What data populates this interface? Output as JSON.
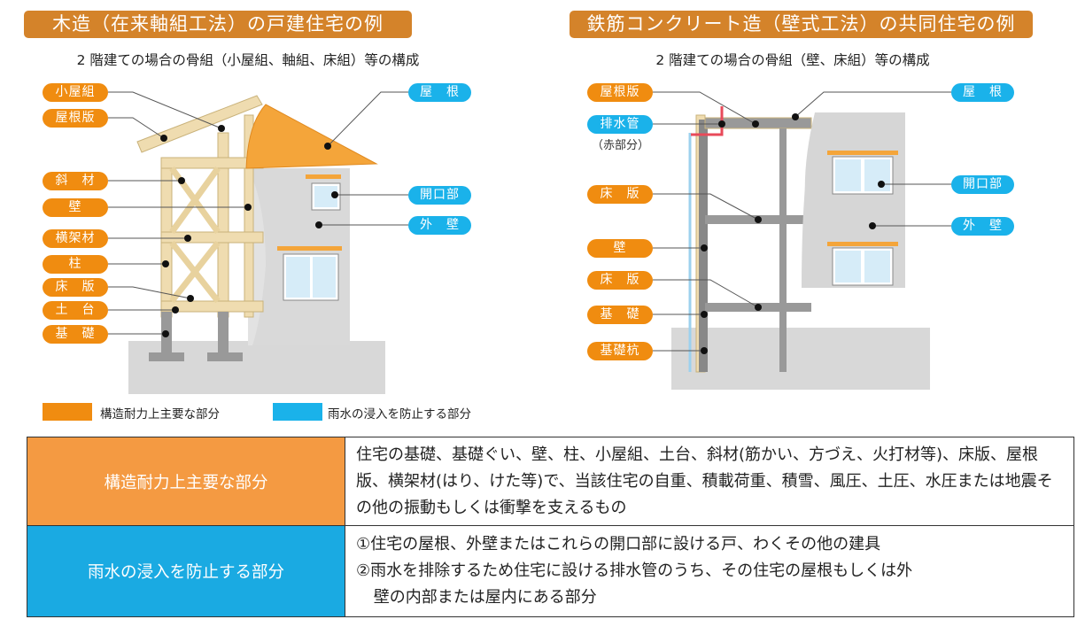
{
  "left": {
    "title": "木造（在来軸組工法）の戸建住宅の例",
    "subtitle": "2 階建ての場合の骨組（小屋組、軸組、床組）等の構成",
    "labels_structural": [
      "小屋組",
      "屋根版",
      "斜　材",
      "壁",
      "横架材",
      "柱",
      "床　版",
      "土　台",
      "基　礎"
    ],
    "labels_rain": [
      "屋　根",
      "開口部",
      "外　壁"
    ]
  },
  "right": {
    "title": "鉄筋コンクリート造（壁式工法）の共同住宅の例",
    "subtitle": "2 階建ての場合の骨組（壁、床組）等の構成",
    "labels_structural": [
      "屋根版",
      "床　版",
      "壁",
      "床　版",
      "基　礎",
      "基礎杭"
    ],
    "labels_rain": [
      "屋　根",
      "排水管",
      "開口部",
      "外　壁"
    ],
    "drain_note": "（赤部分）"
  },
  "legend": {
    "structural": "構造耐力上主要な部分",
    "rain": "雨水の浸入を防止する部分"
  },
  "colors": {
    "structural": "#f08c10",
    "rain": "#1ab2ea",
    "header": "#d4832a"
  },
  "table": [
    {
      "head": "構造耐力上主要な部分",
      "lines": [
        "住宅の基礎、基礎ぐい、壁、柱、小屋組、土台、斜材(筋かい、方づえ、火打材等)、床版、屋根版、横架材(はり、けた等)で、当該住宅の自重、積載荷重、積雪、風圧、土圧、水圧または地震その他の振動もしくは衝撃を支えるもの"
      ]
    },
    {
      "head": "雨水の浸入を防止する部分",
      "lines": [
        "①住宅の屋根、外壁またはこれらの開口部に設ける戸、わくその他の建具",
        "②雨水を排除するため住宅に設ける排水管のうち、その住宅の屋根もしくは外",
        "壁の内部または屋内にある部分"
      ]
    }
  ]
}
